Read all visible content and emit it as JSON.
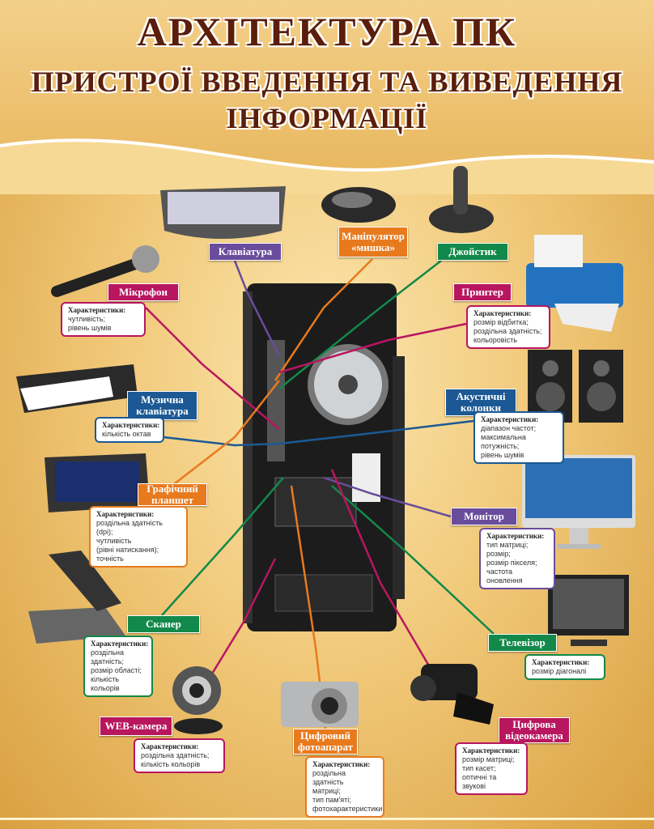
{
  "header": {
    "title": "АРХІТЕКТУРА ПК",
    "subtitle_line1": "ПРИСТРОЇ ВВЕДЕННЯ ТА ВИВЕДЕННЯ",
    "subtitle_line2": "ІНФОРМАЦІЇ"
  },
  "colors": {
    "purple": "#6a4c9c",
    "orange": "#e87a1e",
    "green": "#12894a",
    "magenta": "#b8165f",
    "blue": "#1c5994"
  },
  "char_heading": "Характеристики:",
  "devices": {
    "keyboard": {
      "label": "Клавіатура"
    },
    "mouse": {
      "label": "Маніпулятор\n«мишка»"
    },
    "joystick": {
      "label": "Джойстик"
    },
    "microphone": {
      "label": "Мікрофон",
      "chars": [
        "чутливість;",
        "рівень шумів"
      ]
    },
    "printer": {
      "label": "Принтер",
      "chars": [
        "розмір відбитка;",
        "роздільна здатність;",
        "кольоровість"
      ]
    },
    "music_keyboard": {
      "label": "Музична\nклавіатура",
      "chars": [
        "кількість октав"
      ]
    },
    "speakers": {
      "label": "Акустичні\nколонки",
      "chars": [
        "діапазон частот;",
        "максимальна потужність;",
        "рівень шумів"
      ]
    },
    "tablet": {
      "label": "Графічний\nпланшет",
      "chars": [
        "роздільна здатність (dpi);",
        "чутливість",
        "(рівні натискання);",
        "точність"
      ]
    },
    "monitor": {
      "label": "Монітор",
      "chars": [
        "тип матриці;",
        "розмір;",
        "розмір пікселя;",
        "частота оновлення"
      ]
    },
    "scanner": {
      "label": "Сканер",
      "chars": [
        "роздільна здатність;",
        "розмір області;",
        "кількість кольорів"
      ]
    },
    "tv": {
      "label": "Телевізор",
      "chars": [
        "розмір діагоналі"
      ]
    },
    "webcam": {
      "label": "WEB-камера",
      "chars": [
        "роздільна здатність;",
        "кількість кольорів"
      ]
    },
    "camera": {
      "label": "Цифровий\nфотоапарат",
      "chars": [
        "роздільна здатність",
        "матриці;",
        "тип пам'яті;",
        "фотохарактеристики"
      ]
    },
    "videocamera": {
      "label": "Цифрова\nвідеокамера",
      "chars": [
        "розмір матриці;",
        "тип касет;",
        "оптичні та звукові"
      ]
    }
  }
}
